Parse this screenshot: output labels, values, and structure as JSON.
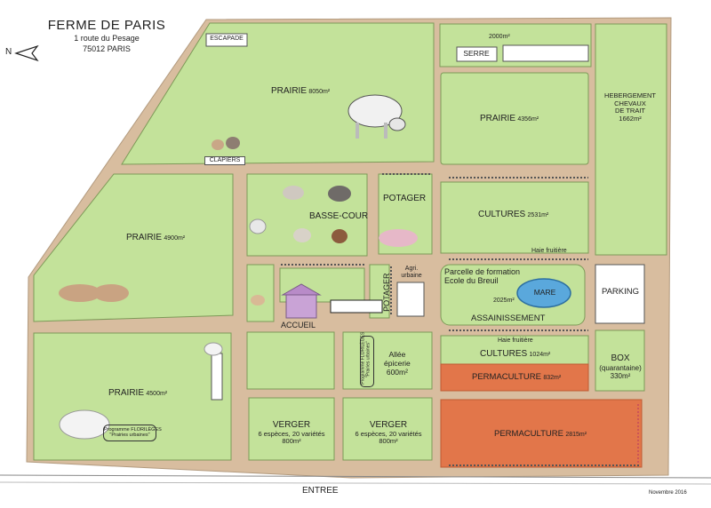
{
  "header": {
    "title": "FERME DE PARIS",
    "address_line1": "1 route du Pesage",
    "address_line2": "75012 PARIS"
  },
  "compass": {
    "label": "N"
  },
  "zones": {
    "escapade": "ESCAPADE",
    "prairie_north": {
      "name": "PRAIRIE",
      "area": "8050m²"
    },
    "clapiers": "CLAPIERS",
    "serre": {
      "name": "SERRE",
      "area": "2000m²"
    },
    "prairie_4356": {
      "name": "PRAIRIE",
      "area": "4356m²"
    },
    "hebergement": {
      "line1": "HEBERGEMENT",
      "line2": "CHEVAUX",
      "line3": "DE TRAIT",
      "area": "1662m²"
    },
    "prairie_4900": {
      "name": "PRAIRIE",
      "area": "4900m²"
    },
    "basse_cour": "BASSE-COUR",
    "potager_top": "POTAGER",
    "cultures_2531": {
      "name": "CULTURES",
      "area": "2531m²"
    },
    "haie_fruitiere_1": "Haie fruitière",
    "potager_side": "POTAGER",
    "agri_urbaine": {
      "line1": "Agri.",
      "line2": "urbaine"
    },
    "parcelle": {
      "line1": "Parcelle de formation",
      "line2": "Ecole du Breuil",
      "area": "2025m²"
    },
    "mare": "MARE",
    "assainissement": "ASSAINISSEMENT",
    "parking": "PARKING",
    "accueil": "ACCUEIL",
    "prairie_4500": {
      "name": "PRAIRIE",
      "area": "4500m²"
    },
    "programme_left": {
      "line1": "Programme FLORILÈGES",
      "line2": "\"Prairies urbaines\""
    },
    "programme_vertical": {
      "line1": "Programme FLORILÈGES",
      "line2": "\"Prairies urbaines\""
    },
    "allee": {
      "line1": "Allée",
      "line2": "épicerie",
      "area": "600m²"
    },
    "haie_fruitiere_2": "Haie fruitière",
    "cultures_1024": {
      "name": "CULTURES",
      "area": "1024m²"
    },
    "permaculture_832": {
      "name": "PERMACULTURE",
      "area": "832m²"
    },
    "box": {
      "name": "BOX",
      "sub": "(quarantaine)",
      "area": "330m²"
    },
    "verger_left": {
      "name": "VERGER",
      "desc": "6 espèces, 20 variétés",
      "area": "800m²"
    },
    "verger_right": {
      "name": "VERGER",
      "desc": "6 espèces, 20 variétés",
      "area": "800m²"
    },
    "permaculture_2815": {
      "name": "PERMACULTURE",
      "area": "2815m²"
    }
  },
  "entrance": "ENTREE",
  "date": "Novembre 2016",
  "colors": {
    "path": "#d8bd9f",
    "meadow": "#c3e29a",
    "permaculture": "#e2764a",
    "pond": "#5aa8dc",
    "accueil": "#c9a3d6"
  }
}
